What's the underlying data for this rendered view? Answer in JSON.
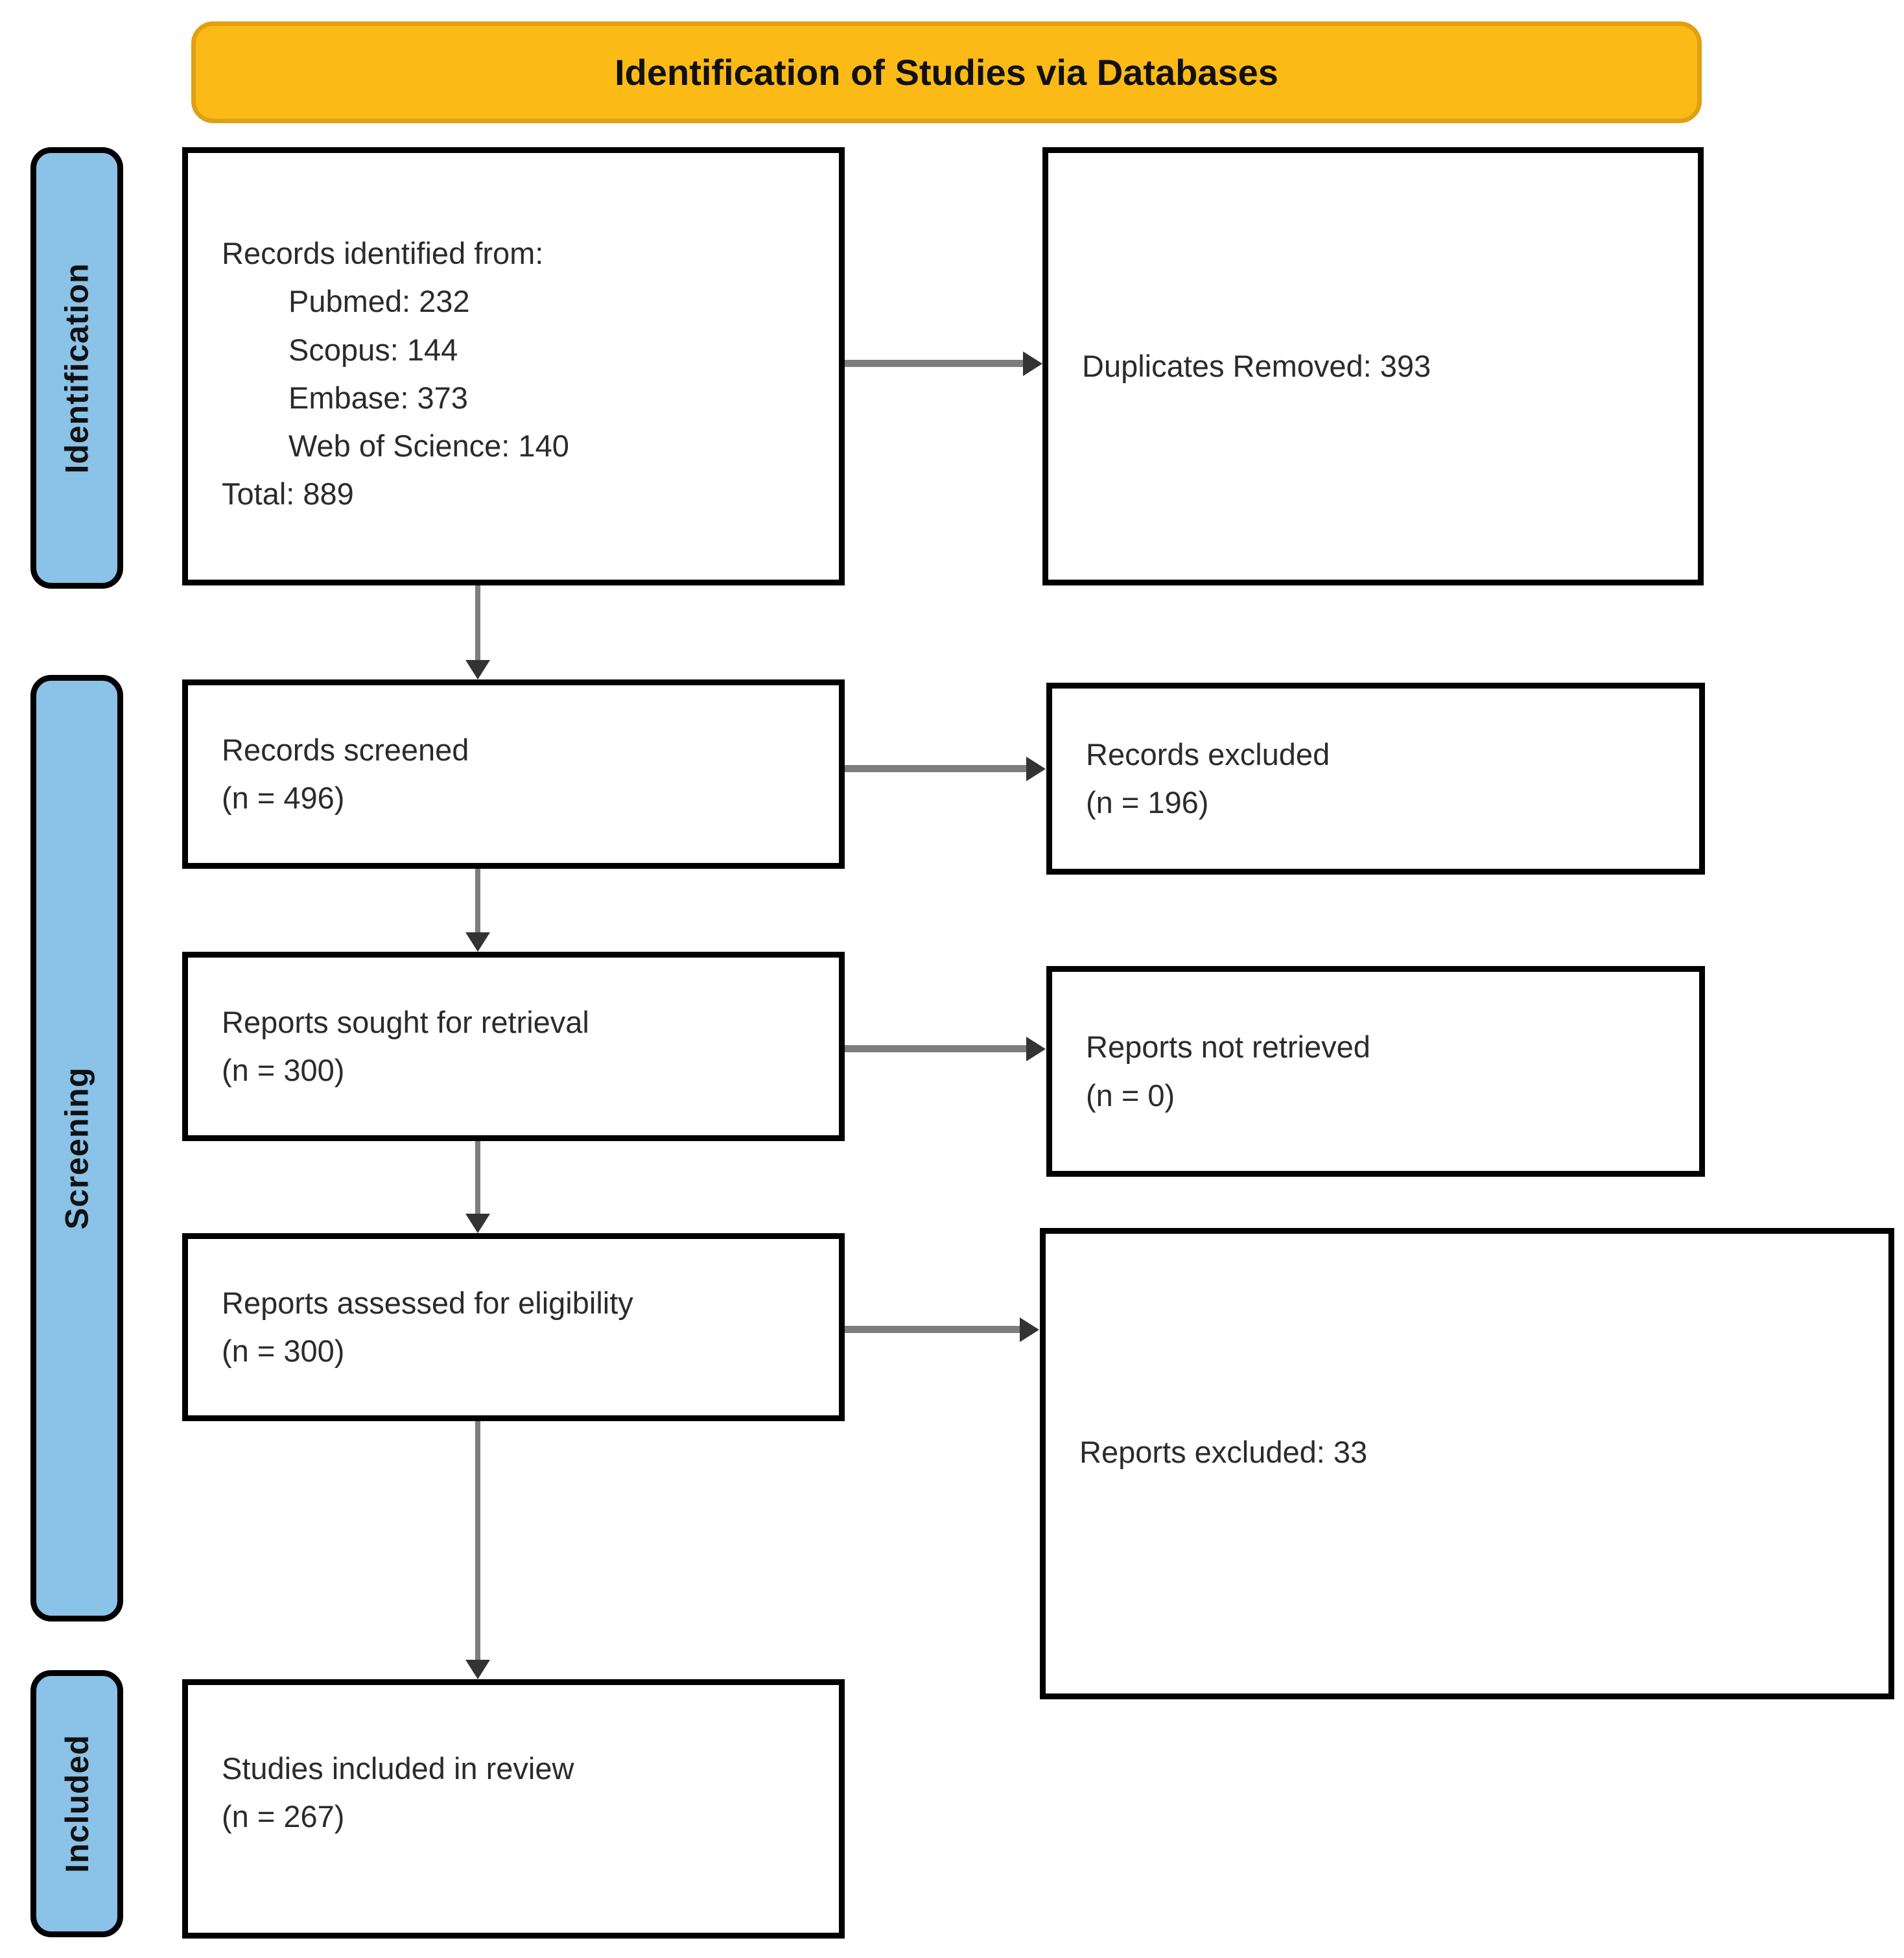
{
  "banner": {
    "title": "Identification of Studies via Databases"
  },
  "sidebar": {
    "identification": "Identification",
    "screening": "Screening",
    "included": "Included"
  },
  "boxes": {
    "records_identified": {
      "heading": "Records identified from:",
      "items": [
        "Pubmed: 232",
        "Scopus: 144",
        "Embase: 373",
        "Web of Science: 140"
      ],
      "total": "Total: 889"
    },
    "duplicates_removed": {
      "text": "Duplicates Removed: 393"
    },
    "records_screened": {
      "line1": "Records screened",
      "line2": "(n = 496)"
    },
    "records_excluded": {
      "line1": "Records excluded",
      "line2": "(n = 196)"
    },
    "reports_sought": {
      "line1": "Reports sought for retrieval",
      "line2": "(n = 300)"
    },
    "reports_not_retrieved": {
      "line1": "Reports not retrieved",
      "line2": "(n = 0)"
    },
    "reports_assessed": {
      "line1": "Reports assessed for eligibility",
      "line2": "(n = 300)"
    },
    "reports_excluded": {
      "text": "Reports excluded: 33"
    },
    "studies_included": {
      "line1": "Studies included in review",
      "line2": "(n = 267)"
    }
  },
  "colors": {
    "banner_fill": "#FBBA16",
    "banner_border": "#E0A012",
    "stage_fill": "#8AC2E8",
    "stage_border": "#000000",
    "box_border": "#000000",
    "arrow_line": "#7D7D7D",
    "arrow_head": "#333333"
  }
}
